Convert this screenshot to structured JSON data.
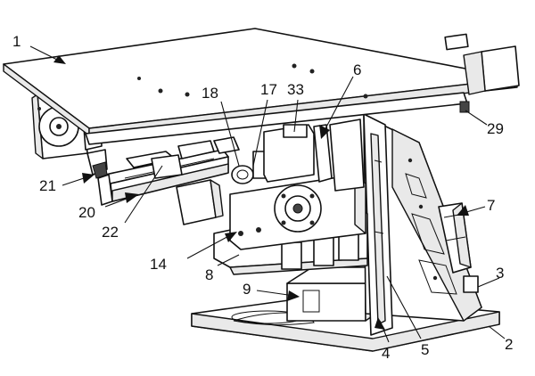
{
  "callouts": [
    {
      "id": "1",
      "text": "1"
    },
    {
      "id": "2",
      "text": "2"
    },
    {
      "id": "3",
      "text": "3"
    },
    {
      "id": "4",
      "text": "4"
    },
    {
      "id": "5",
      "text": "5"
    },
    {
      "id": "6",
      "text": "6"
    },
    {
      "id": "7",
      "text": "7"
    },
    {
      "id": "8",
      "text": "8"
    },
    {
      "id": "9",
      "text": "9"
    },
    {
      "id": "14",
      "text": "14"
    },
    {
      "id": "17",
      "text": "17"
    },
    {
      "id": "18",
      "text": "18"
    },
    {
      "id": "20",
      "text": "20"
    },
    {
      "id": "21",
      "text": "21"
    },
    {
      "id": "22",
      "text": "22"
    },
    {
      "id": "29",
      "text": "29"
    },
    {
      "id": "33",
      "text": "33"
    }
  ]
}
